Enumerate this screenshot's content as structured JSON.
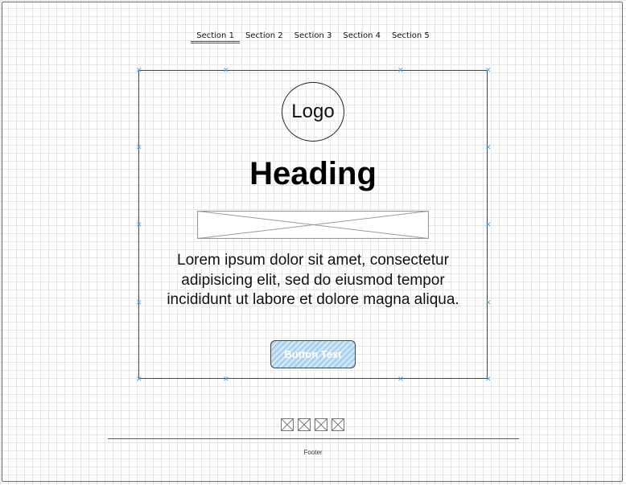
{
  "nav": {
    "items": [
      {
        "label": "Section 1",
        "active": true
      },
      {
        "label": "Section 2",
        "active": false
      },
      {
        "label": "Section 3",
        "active": false
      },
      {
        "label": "Section 4",
        "active": false
      },
      {
        "label": "Section 5",
        "active": false
      }
    ]
  },
  "hero": {
    "logo_text": "Logo",
    "heading": "Heading",
    "body": "Lorem ipsum dolor sit amet, consectetur adipisicing elit, sed do eiusmod tempor incididunt ut labore et dolore magna aliqua.",
    "button_label": "Button Text"
  },
  "social": {
    "icons": [
      "image-placeholder-icon",
      "image-placeholder-icon",
      "image-placeholder-icon",
      "image-placeholder-icon"
    ]
  },
  "footer": {
    "text": "Footer"
  },
  "colors": {
    "handle": "#3fa5dd",
    "button_fill": "#a9d2ee",
    "grid": "#e6e6e6"
  }
}
